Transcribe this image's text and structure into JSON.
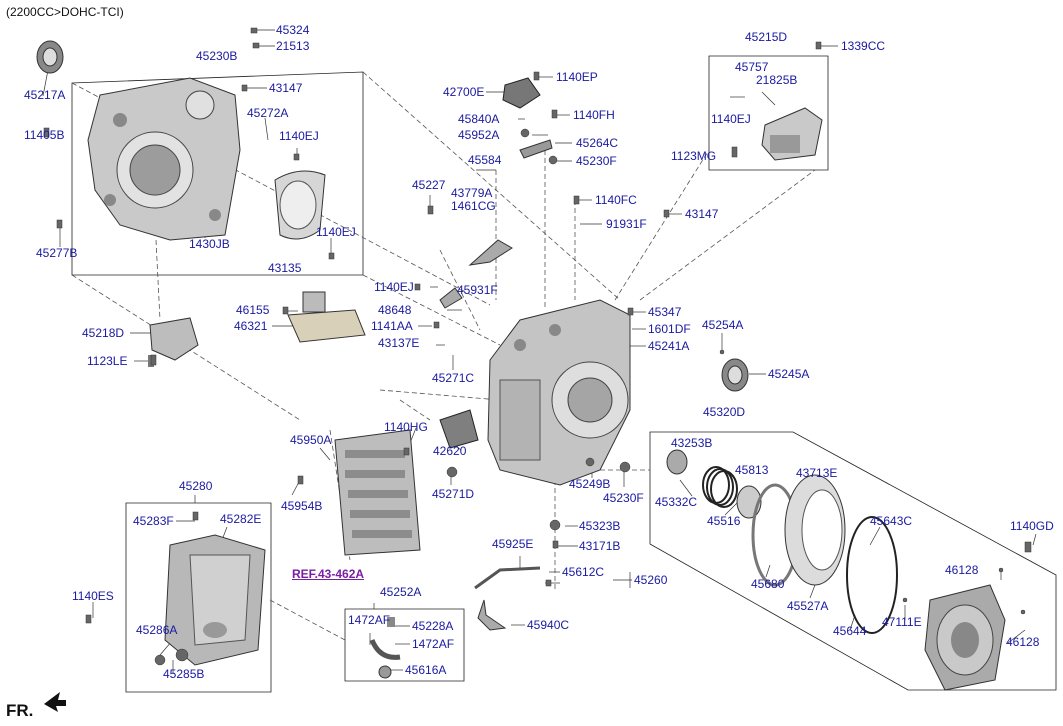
{
  "header": {
    "title": "(2200CC>DOHC-TCI)"
  },
  "reference": {
    "label": "REF.43-462A"
  },
  "direction": {
    "label": "FR."
  },
  "labels": {
    "p45324": "45324",
    "p21513": "21513",
    "p45230B": "45230B",
    "p45217A": "45217A",
    "p11405B": "11405B",
    "p43147a": "43147",
    "p45272A": "45272A",
    "p1140EJa": "1140EJ",
    "p1430JB": "1430JB",
    "p1140EJb": "1140EJ",
    "p43135": "43135",
    "p45277B": "45277B",
    "p42700E": "42700E",
    "p1140EP": "1140EP",
    "p45840A": "45840A",
    "p1140FH": "1140FH",
    "p45952A": "45952A",
    "p45264C": "45264C",
    "p45584": "45584",
    "p45230F": "45230F",
    "p45227": "45227",
    "p43779A": "43779A",
    "p1461CG": "1461CG",
    "p1140FC": "1140FC",
    "p91931F": "91931F",
    "p43147b": "43147",
    "p45215D": "45215D",
    "p1339CC": "1339CC",
    "p45757": "45757",
    "p21825B": "21825B",
    "p1140EJc": "1140EJ",
    "p1123MG": "1123MG",
    "p1140EJd": "1140EJ",
    "p45931F": "45931F",
    "p48648": "48648",
    "p1141AA": "1141AA",
    "p43137E": "43137E",
    "p45271Ca": "45271C",
    "p46155": "46155",
    "p46321": "46321",
    "p45218D": "45218D",
    "p1123LE": "1123LE",
    "p45347": "45347",
    "p1601DF": "1601DF",
    "p45254A": "45254A",
    "p45241A": "45241A",
    "p45245A": "45245A",
    "p45320D": "45320D",
    "p43253B": "43253B",
    "p45813": "45813",
    "p43713E": "43713E",
    "p45332C": "45332C",
    "p45516": "45516",
    "p45643C": "45643C",
    "p1140GD": "1140GD",
    "p1140HG": "1140HG",
    "p45950A": "45950A",
    "p42620": "42620",
    "p45271D": "45271D",
    "p45249B": "45249B",
    "p45230Fb": "45230F",
    "p45954B": "45954B",
    "p45280": "45280",
    "p45283F": "45283F",
    "p45282E": "45282E",
    "p45323B": "45323B",
    "p45925E": "45925E",
    "p43171B": "43171B",
    "p45612C": "45612C",
    "p45260": "45260",
    "p45680": "45680",
    "p45527A": "45527A",
    "p46128a": "46128",
    "p1140ES": "1140ES",
    "p45252A": "45252A",
    "p1472AFa": "1472AF",
    "p45228A": "45228A",
    "p1472AFb": "1472AF",
    "p45286A": "45286A",
    "p45940C": "45940C",
    "p45644": "45644",
    "p47111E": "47111E",
    "p46128b": "46128",
    "p45616A": "45616A",
    "p45285B": "45285B"
  },
  "colors": {
    "label": "#1a1aa0",
    "line": "#222222",
    "part_fill": "#c9c9c9",
    "part_dark": "#8a8a8a",
    "ref": "#7a1fa2"
  },
  "icons": {
    "direction_arrow": "arrow-icon"
  }
}
